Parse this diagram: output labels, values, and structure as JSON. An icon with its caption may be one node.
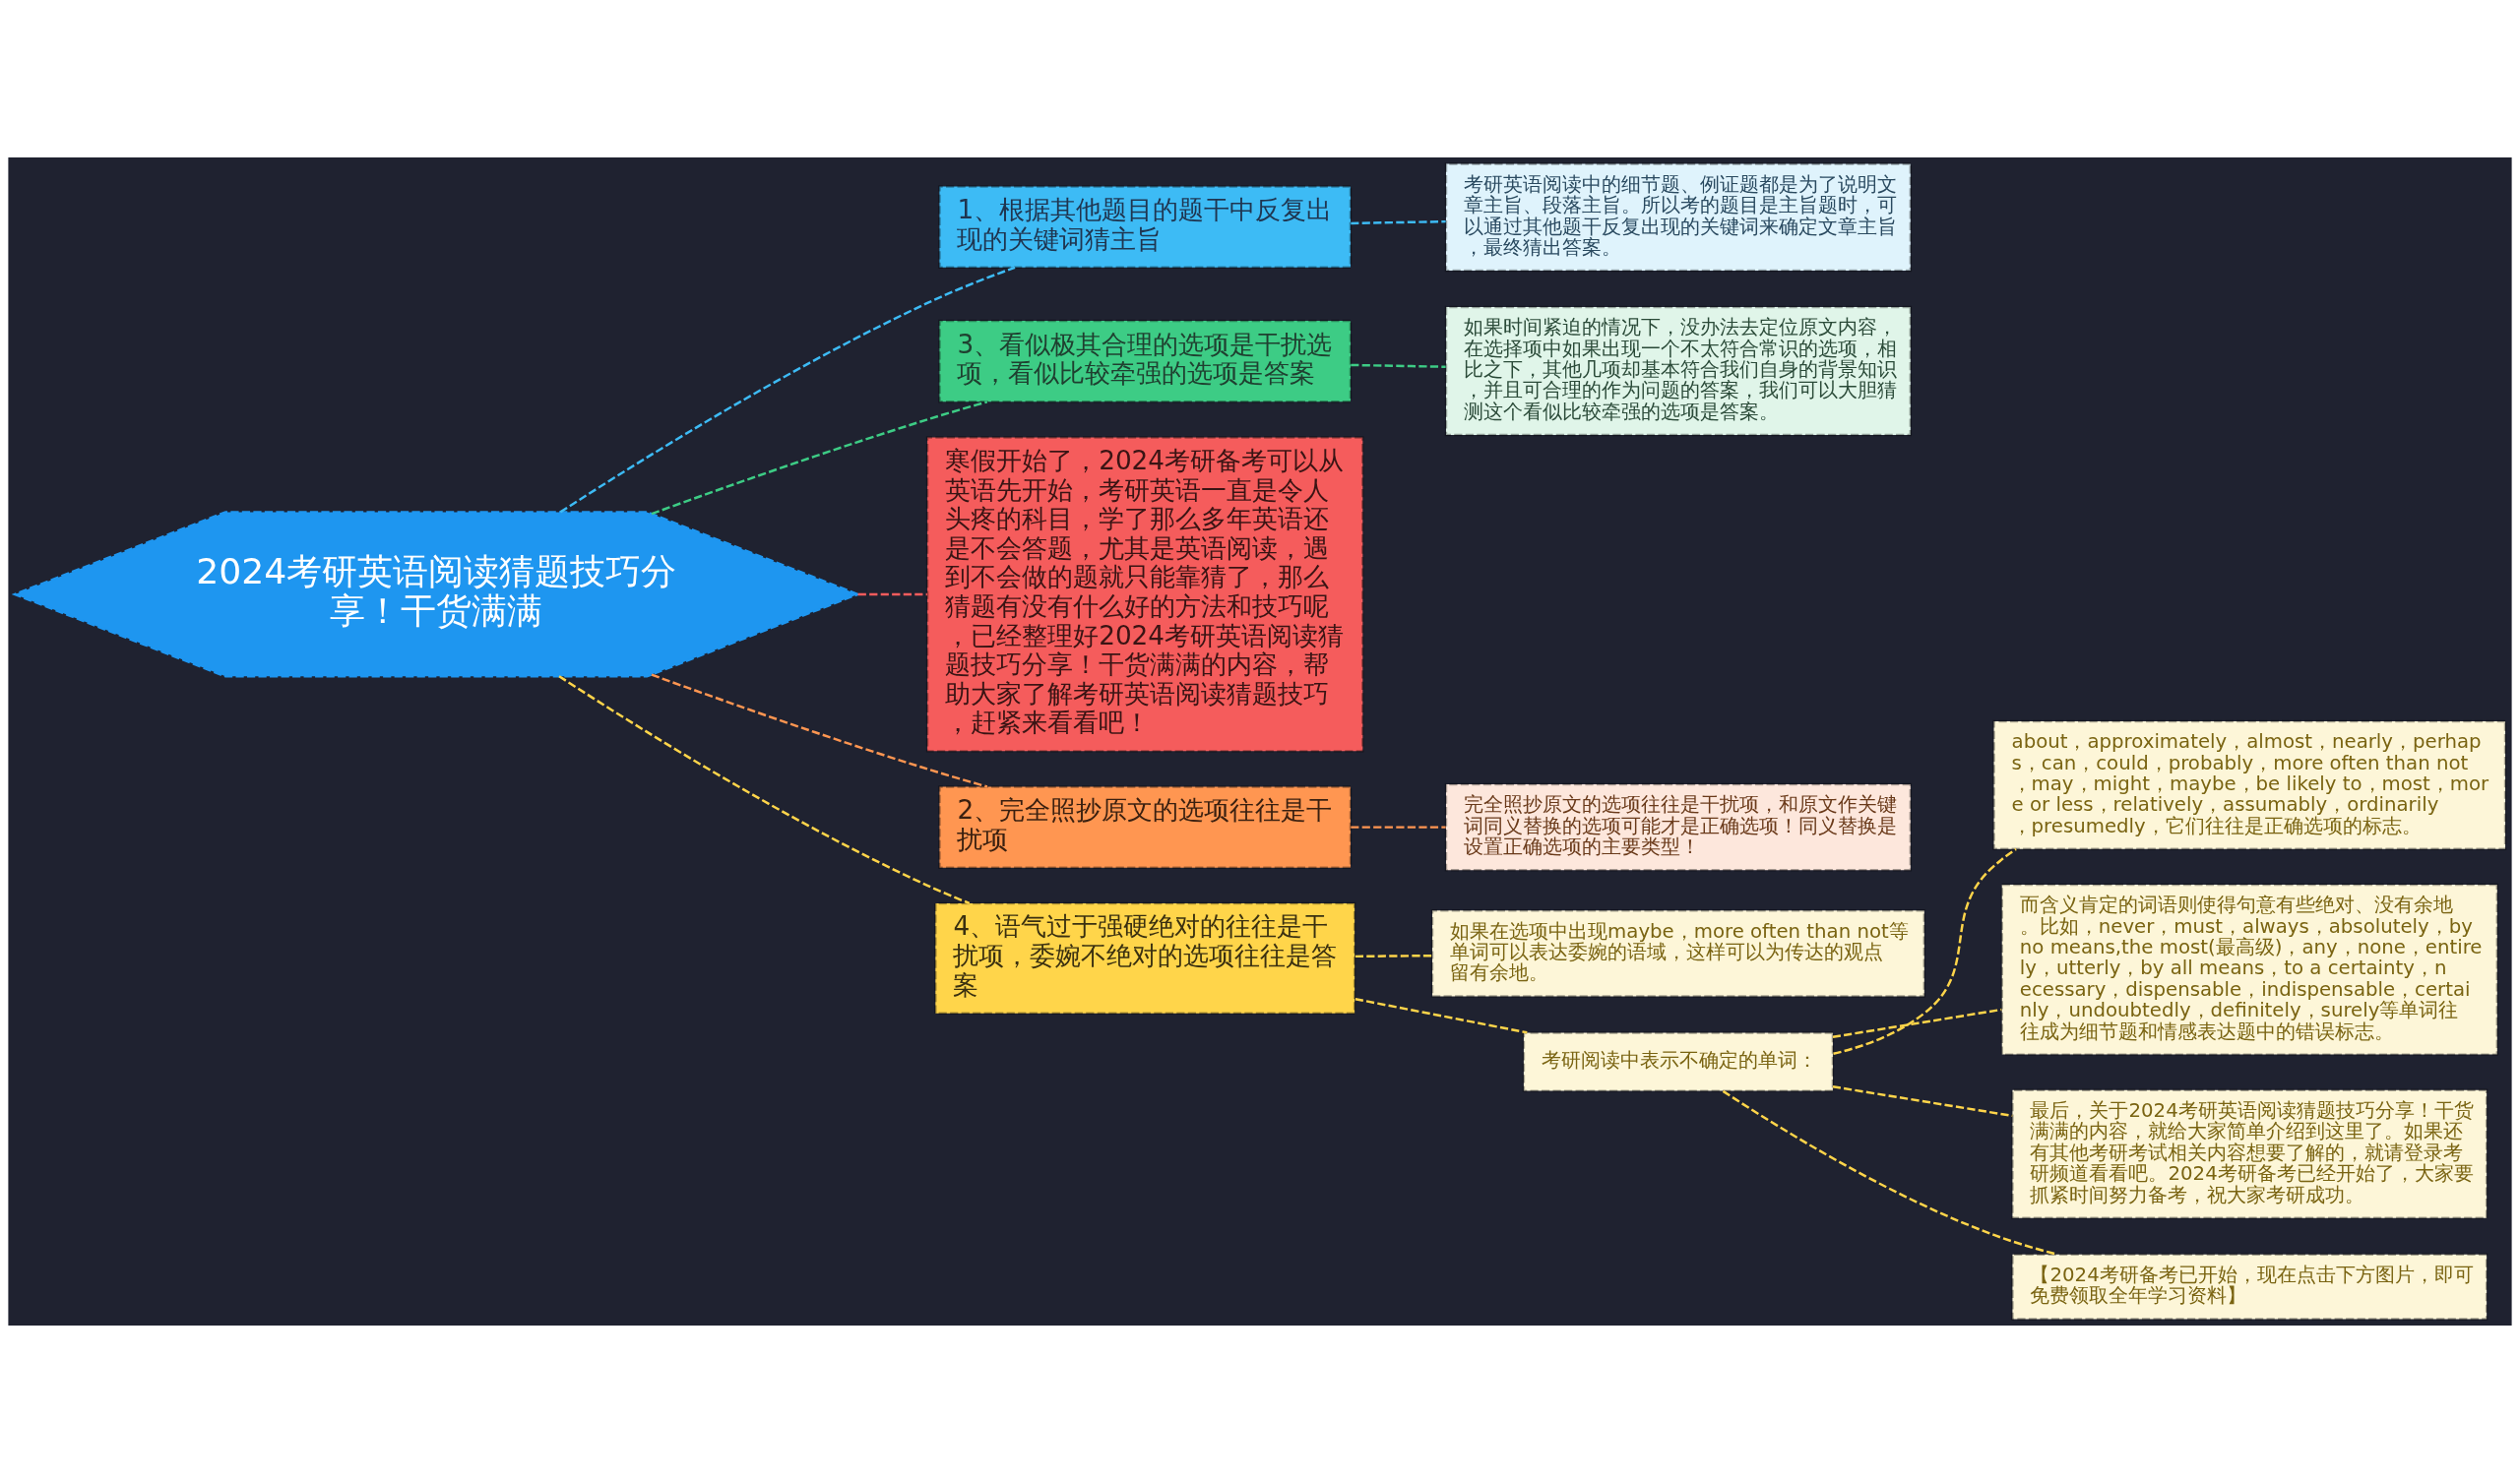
{
  "diagram": {
    "nodes": [
      {
        "text": [
          "2024考研英语阅读猜题技巧分享！干货满满"
        ]
      },
      {
        "text": [
          "1、根据其他题目的题干中反复出现的关键词猜主旨"
        ]
      },
      {
        "text": [
          "考研英语阅读中的细节题、例证题都是为了说明文章主旨、段落主旨。所以考的题目是主旨题时，可以通过其他题干反复出现的关键词来确定文章主旨，最终猜出答案。"
        ]
      },
      {
        "text": [
          "3、看似极其合理的选项是干扰选项，看似比较牵强的选项是答案"
        ]
      },
      {
        "text": [
          "如果时间紧迫的情况下，没办法去定位原文内容，在选择项中如果出现一个不太符合常识的选项，相比之下，其他几项却基本符合我们自身的背景知识，并且可合理的作为问题的答案，我们可以大胆猜测这个看似比较牵强的选项是答案。"
        ]
      },
      {
        "text": [
          "寒假开始了，2024考研备考可以从英语先开始，考研英语一直是令人头疼的科目，学了那么多年英语还是不会答题，尤其是英语阅读，遇到不会做的题就只能靠猜了，那么猜题有没有什么好的方法和技巧呢，已经整理好2024考研英语阅读猜题技巧分享！干货满满的内容，帮助大家了解考研英语阅读猜题技巧，赶紧来看看吧！"
        ]
      },
      {
        "text": [
          "2、完全照抄原文的选项往往是干扰项"
        ]
      },
      {
        "text": [
          "完全照抄原文的选项往往是干扰项，和原文作关键词同义替换的选项可能才是正确选项！同义替换是设置正确选项的主要类型！"
        ]
      },
      {
        "text": [
          "4、语气过于强硬绝对的往往是干扰项，委婉不绝对的选项往往是答案"
        ]
      },
      {
        "text": [
          "如果在选项中出现maybe，more often than not等单词可以表达委婉的语域，这样可以为传达的观点留有余地。"
        ]
      },
      {
        "text": [
          "考研阅读中表示不确定的单词："
        ]
      },
      {
        "text": [
          "about，approximately，almost，nearly，perhaps，can，could，probably，more often than not，may，might，maybe，be likely to，most，more or less，relatively，assumably，ordinarily，presumedly，它们往往是正确选项的标志。"
        ]
      },
      {
        "text": [
          "而含义肯定的词语则使得句意有些绝对、没有余地。比如，never，must，always，absolutely，by no means,the most(最高级)，any，none，entirely，utterly，by all means，to a certainty，necessary，dispensable，indispensable，certainly，undoubtedly，definitely，surely等单词往往成为细节题和情感表达题中的错误标志。"
        ]
      },
      {
        "text": [
          "最后，关于2024考研英语阅读猜题技巧分享！干货满满的内容，就给大家简单介绍到这里了。如果还有其他考研考试相关内容想要了解的，就请登录考研频道看看吧。2024考研备考已经开始了，大家要抓紧时间努力备考，祝大家考研成功。"
        ]
      },
      {
        "text": [
          "【2024考研备考已开始，现在点击下方图片，即可免费领取全年学习资料】"
        ]
      }
    ],
    "edges": [
      {
        "from": 0,
        "to": 1,
        "arrow": "none",
        "style": "dashed",
        "color": "#3dbbf5"
      },
      {
        "from": 1,
        "to": 2,
        "arrow": "none",
        "style": "dashed",
        "color": "#3dbbf5"
      },
      {
        "from": 0,
        "to": 3,
        "arrow": "none",
        "style": "dashed",
        "color": "#3dcc85"
      },
      {
        "from": 3,
        "to": 4,
        "arrow": "none",
        "style": "dashed",
        "color": "#3dcc85"
      },
      {
        "from": 0,
        "to": 5,
        "arrow": "none",
        "style": "dashed",
        "color": "#f55c5c"
      },
      {
        "from": 0,
        "to": 6,
        "arrow": "none",
        "style": "dashed",
        "color": "#ff9651"
      },
      {
        "from": 6,
        "to": 7,
        "arrow": "none",
        "style": "dashed",
        "color": "#ff9651"
      },
      {
        "from": 0,
        "to": 8,
        "arrow": "none",
        "style": "dashed",
        "color": "#ffd54a"
      },
      {
        "from": 8,
        "to": 9,
        "arrow": "none",
        "style": "dashed",
        "color": "#ffd54a"
      },
      {
        "from": 8,
        "to": 10,
        "arrow": "none",
        "style": "dashed",
        "color": "#ffd54a"
      },
      {
        "from": 10,
        "to": 11,
        "arrow": "none",
        "style": "dashed",
        "color": "#ffd54a"
      },
      {
        "from": 10,
        "to": 12,
        "arrow": "none",
        "style": "dashed",
        "color": "#ffd54a"
      },
      {
        "from": 10,
        "to": 13,
        "arrow": "none",
        "style": "dashed",
        "color": "#ffd54a"
      },
      {
        "from": 10,
        "to": 14,
        "arrow": "none",
        "style": "dashed",
        "color": "#ffd54a"
      }
    ]
  }
}
